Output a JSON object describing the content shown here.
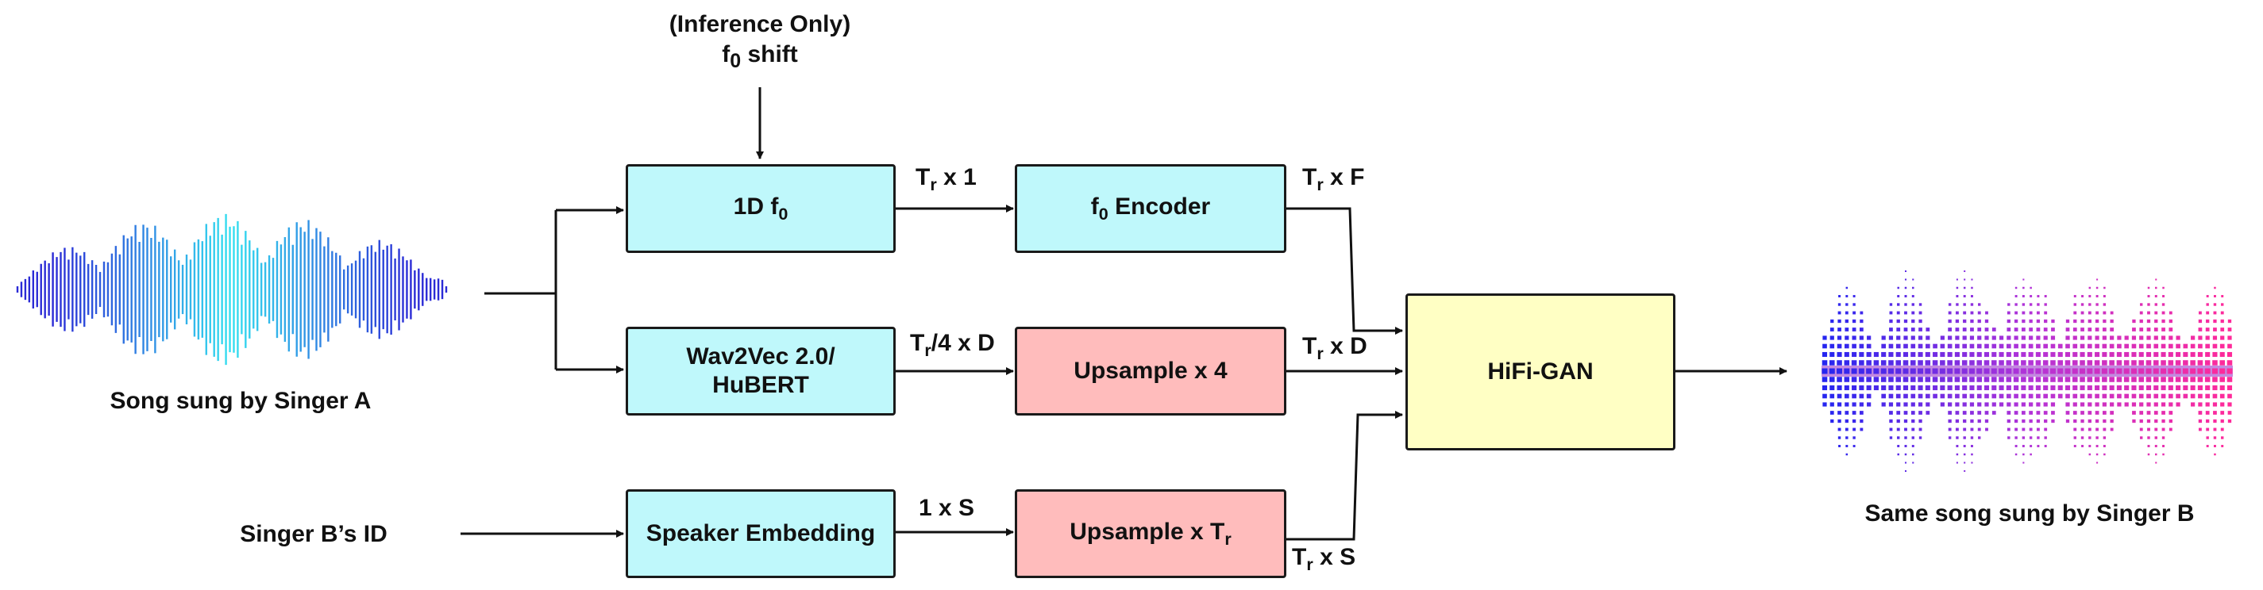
{
  "inference": {
    "line1": "(Inference Only)",
    "line2_main": "f",
    "line2_sub": "0",
    "line2_rest": " shift"
  },
  "inputs": {
    "song_a": "Song sung by Singer A",
    "singer_b_id": "Singer B’s ID"
  },
  "output": {
    "song_b": "Same song sung by Singer B"
  },
  "boxes": {
    "f0_1d": {
      "pre": "1D f",
      "sub": "0",
      "post": ""
    },
    "f0_encoder": {
      "pre": "f",
      "sub": "0",
      "post": " Encoder"
    },
    "wav2vec": {
      "line1": "Wav2Vec 2.0/",
      "line2": "HuBERT"
    },
    "upsample4": "Upsample x 4",
    "speaker_embedding": "Speaker Embedding",
    "upsample_tr": {
      "pre": "Upsample x T",
      "sub": "r"
    },
    "hifigan": "HiFi-GAN"
  },
  "edge_labels": {
    "tr_x_1": {
      "pre": "T",
      "sub": "r",
      "post": " x 1"
    },
    "tr_x_f": {
      "pre": "T",
      "sub": "r",
      "post": " x F"
    },
    "tr4_x_d": {
      "pre": "T",
      "sub": "r",
      "post": "/4 x D"
    },
    "tr_x_d": {
      "pre": "T",
      "sub": "r",
      "post": " x D"
    },
    "one_x_s": {
      "pre": "1 x S",
      "sub": "",
      "post": ""
    },
    "tr_x_s": {
      "pre": "T",
      "sub": "r",
      "post": " x S"
    }
  },
  "colors": {
    "cyan_box": "#bff8fb",
    "pink_box": "#ffbcbc",
    "yellow_box": "#ffffc4",
    "wave_a_outer": "#2b2bd6",
    "wave_a_center": "#35e0f0",
    "wave_b_left": "#2525f0",
    "wave_b_mid": "#b233d8",
    "wave_b_right": "#ff2a9a"
  }
}
